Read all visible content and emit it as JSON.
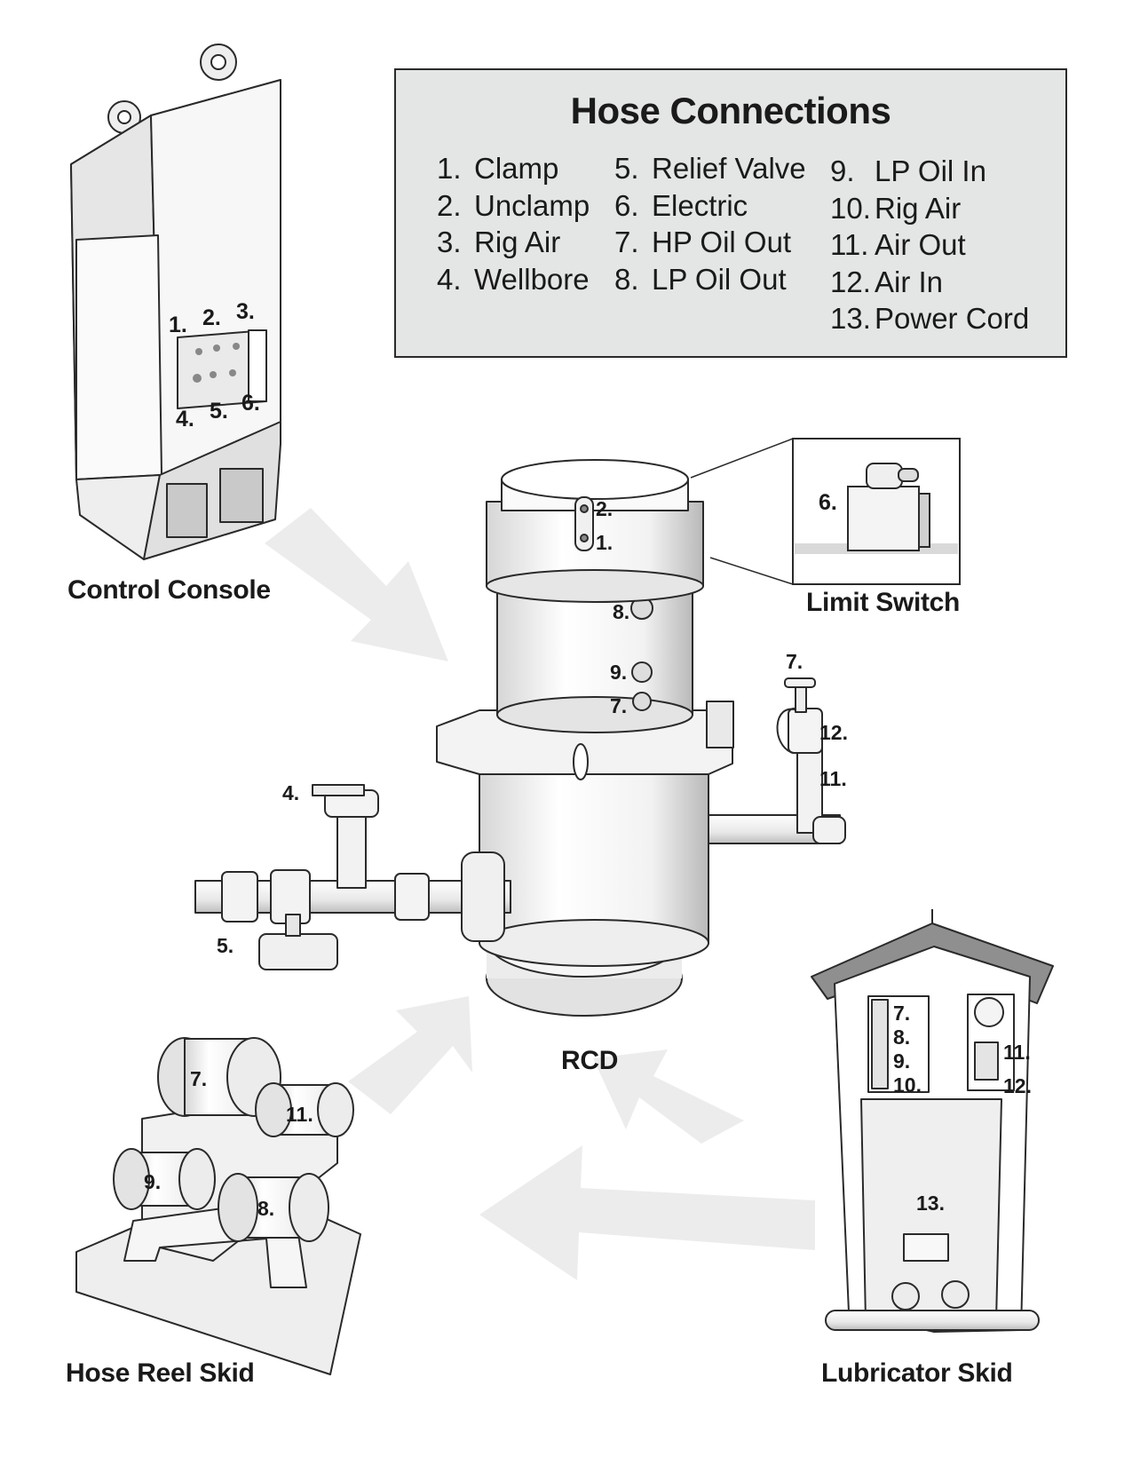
{
  "legend": {
    "title": "Hose Connections",
    "columns": [
      [
        {
          "num": "1.",
          "label": "Clamp"
        },
        {
          "num": "2.",
          "label": "Unclamp"
        },
        {
          "num": "3.",
          "label": "Rig Air"
        },
        {
          "num": "4.",
          "label": "Wellbore"
        }
      ],
      [
        {
          "num": "5.",
          "label": "Relief Valve"
        },
        {
          "num": "6.",
          "label": "Electric"
        },
        {
          "num": "7.",
          "label": "HP Oil Out"
        },
        {
          "num": "8.",
          "label": "LP Oil Out"
        }
      ],
      [
        {
          "num": "9.",
          "label": "LP Oil In"
        },
        {
          "num": "10.",
          "label": "Rig Air"
        },
        {
          "num": "11.",
          "label": "Air Out"
        },
        {
          "num": "12.",
          "label": "Air In"
        },
        {
          "num": "13.",
          "label": "Power Cord"
        }
      ]
    ]
  },
  "components": {
    "control_console": "Control Console",
    "limit_switch": "Limit Switch",
    "rcd": "RCD",
    "hose_reel_skid": "Hose Reel Skid",
    "lubricator_skid": "Lubricator Skid"
  },
  "callouts": {
    "console": [
      "1.",
      "2.",
      "3.",
      "4.",
      "5.",
      "6."
    ],
    "limit_switch": [
      "6."
    ],
    "rcd": [
      "2.",
      "1.",
      "8.",
      "9.",
      "7.",
      "4.",
      "5.",
      "7.",
      "12.",
      "11."
    ],
    "hose_reel": [
      "7.",
      "11.",
      "9.",
      "8."
    ],
    "lubricator": [
      "7.",
      "8.",
      "9.",
      "10.",
      "11.",
      "12.",
      "13."
    ]
  },
  "colors": {
    "legend_bg": "#e4e6e5",
    "flow_arrow": "#ececec",
    "equipment_fill": "#f2f2f2",
    "equipment_shade": "#cfcfcf",
    "outline": "#2a2a2a"
  }
}
